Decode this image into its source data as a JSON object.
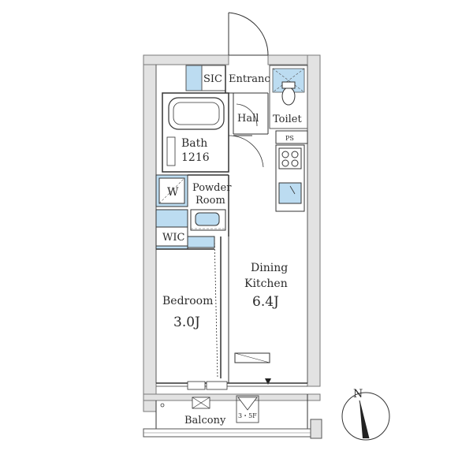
{
  "rooms": {
    "sic": "SIC",
    "entrance": "Entrance",
    "toilet": "Toilet",
    "hall": "Hall",
    "ps": "PS",
    "bath_name": "Bath",
    "bath_size": "1216",
    "washer": "W",
    "powder_line1": "Powder",
    "powder_line2": "Room",
    "wic": "WIC",
    "dining_line1": "Dining",
    "dining_line2": "Kitchen",
    "dining_size": "6.4J",
    "bedroom_name": "Bedroom",
    "bedroom_size": "3.0J",
    "balcony": "Balcony",
    "hatch": "3・5F"
  },
  "compass": {
    "north": "N"
  },
  "colors": {
    "wall": "#e2e2e2",
    "wall_outline": "#7a7a7a",
    "fixture_blue": "#bcdcf1",
    "line": "#333333"
  }
}
